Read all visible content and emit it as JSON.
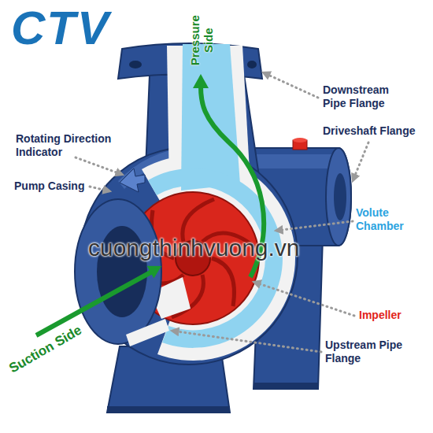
{
  "diagram": {
    "labels": [
      "CTV",
      "Pressure Side",
      "Downstream Pipe Flange",
      "Driveshaft Flange",
      "Rotating Direction Indicator",
      "Pump Casing",
      "Volute Chamber",
      "cuongthinhvuong.vn",
      "Impeller",
      "Suction Side",
      "Upstream Pipe Flange"
    ]
  }
}
